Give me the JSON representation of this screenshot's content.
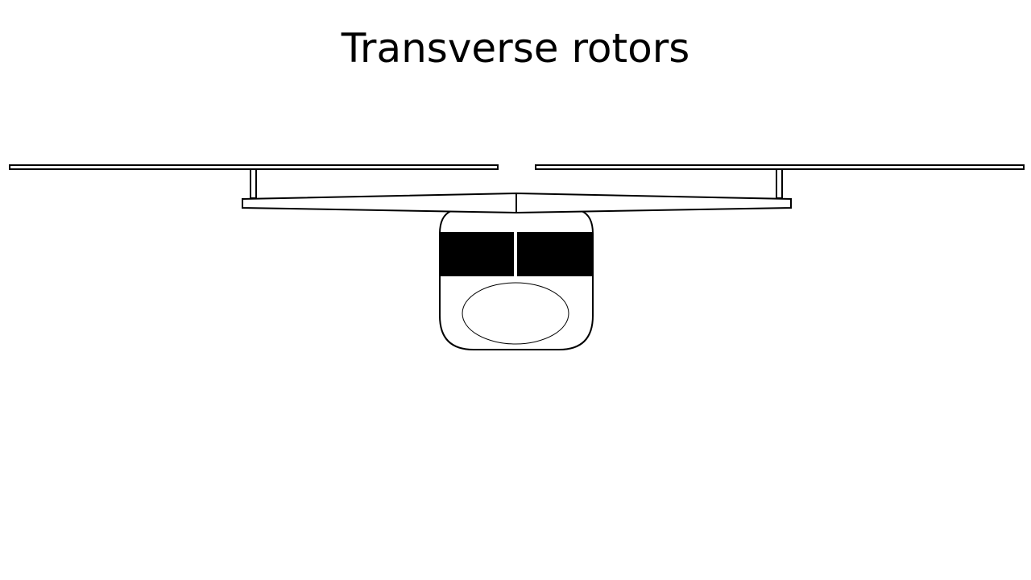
{
  "slide": {
    "title": "Transverse rotors",
    "background_color": "#ffffff"
  },
  "diagram": {
    "subject": "helicopter-transverse-rotors-front-view",
    "stroke_color": "#000000",
    "fill_color": "#ffffff",
    "window_fill_color": "#000000",
    "rotor_count": 2
  }
}
